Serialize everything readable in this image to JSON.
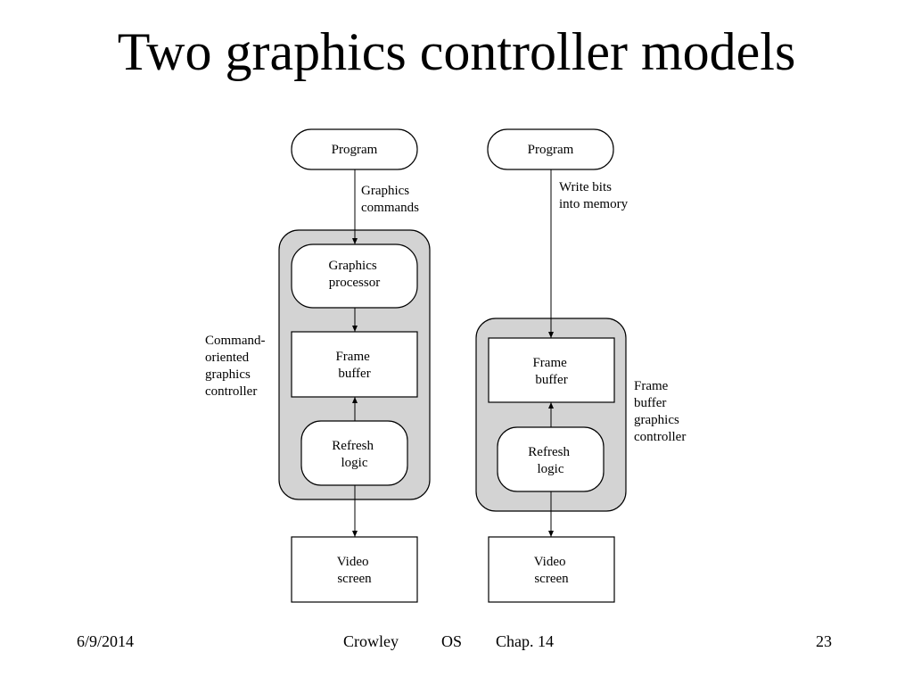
{
  "slide": {
    "title": "Two graphics controller models",
    "footer": {
      "date": "6/9/2014",
      "author": "Crowley",
      "course": "OS",
      "chapter": "Chap. 14",
      "page": "23"
    }
  },
  "diagram": {
    "colors": {
      "enclosure": "#d3d3d3",
      "stroke": "#000000",
      "box_fill": "#ffffff"
    },
    "left_model": {
      "program": "Program",
      "edge_label": [
        "Graphics",
        "commands"
      ],
      "processor": [
        "Graphics",
        "processor"
      ],
      "frame_buffer": [
        "Frame",
        "buffer"
      ],
      "refresh_logic": [
        "Refresh",
        "logic"
      ],
      "video_screen": [
        "Video",
        "screen"
      ],
      "controller_label": [
        "Command-",
        "oriented",
        "graphics",
        "controller"
      ]
    },
    "right_model": {
      "program": "Program",
      "edge_label": [
        "Write bits",
        "into memory"
      ],
      "frame_buffer": [
        "Frame",
        "buffer"
      ],
      "refresh_logic": [
        "Refresh",
        "logic"
      ],
      "video_screen": [
        "Video",
        "screen"
      ],
      "controller_label": [
        "Frame",
        "buffer",
        "graphics",
        "controller"
      ]
    }
  }
}
